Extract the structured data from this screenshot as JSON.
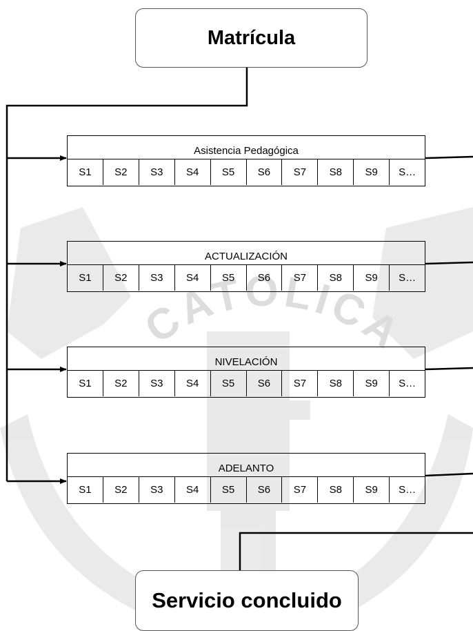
{
  "diagram": {
    "start_node": "Matrícula",
    "end_node": "Servicio concluido",
    "programs": [
      {
        "title": "Asistencia Pedagógica",
        "sessions": [
          "S1",
          "S2",
          "S3",
          "S4",
          "S5",
          "S6",
          "S7",
          "S8",
          "S9",
          "S…"
        ]
      },
      {
        "title": "ACTUALIZACIÓN",
        "sessions": [
          "S1",
          "S2",
          "S3",
          "S4",
          "S5",
          "S6",
          "S7",
          "S8",
          "S9",
          "S…"
        ]
      },
      {
        "title": "NIVELACIÓN",
        "sessions": [
          "S1",
          "S2",
          "S3",
          "S4",
          "S5",
          "S6",
          "S7",
          "S8",
          "S9",
          "S…"
        ]
      },
      {
        "title": "ADELANTO",
        "sessions": [
          "S1",
          "S2",
          "S3",
          "S4",
          "S5",
          "S6",
          "S7",
          "S8",
          "S9",
          "S…"
        ]
      }
    ],
    "colors": {
      "line": "#000000",
      "watermark": "#e2e2e2",
      "node_border": "#555555"
    }
  },
  "watermark": {
    "text_top": "CATOLICA"
  }
}
